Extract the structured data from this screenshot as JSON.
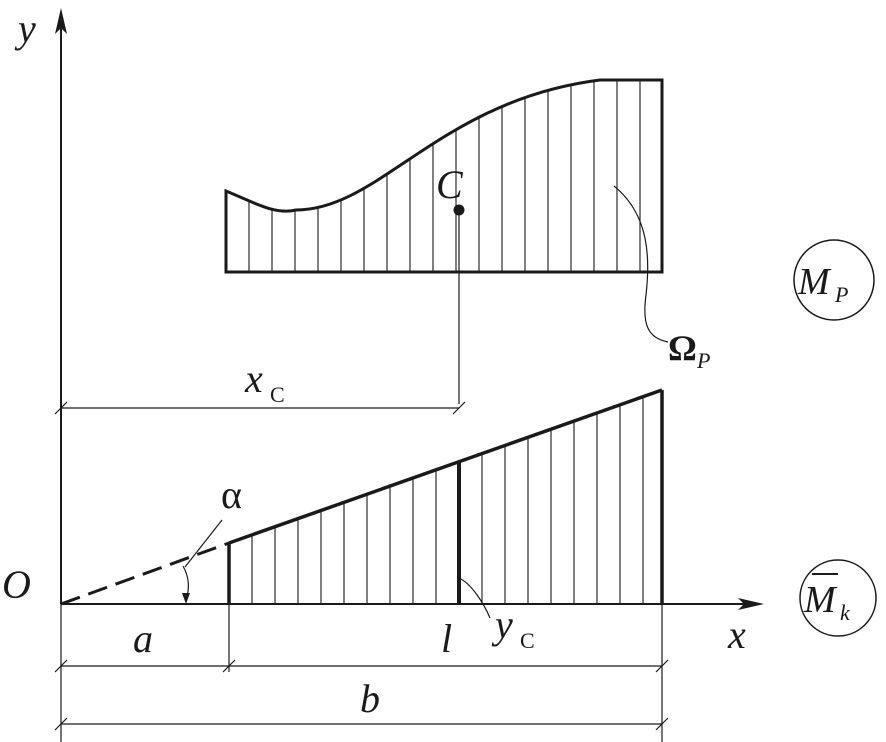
{
  "axes": {
    "y_label": "y",
    "x_label": "x",
    "origin_label": "O"
  },
  "upper_diagram": {
    "centroid_label": "C",
    "area_label": "Ω",
    "area_subscript": "P",
    "tag_main": "M",
    "tag_subscript": "P"
  },
  "lower_diagram": {
    "angle_label": "α",
    "ordinate_main": "y",
    "ordinate_subscript": "C",
    "tag_main": "M",
    "tag_subscript": "k"
  },
  "dimensions": {
    "xc_main": "x",
    "xc_subscript": "C",
    "a_label": "a",
    "l_label": "l",
    "b_label": "b"
  }
}
